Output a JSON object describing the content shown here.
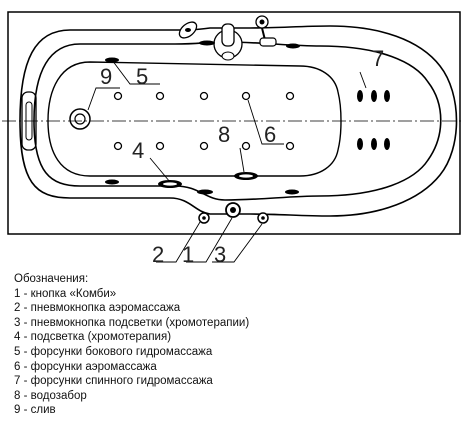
{
  "callouts": {
    "n1": "1",
    "n2": "2",
    "n3": "3",
    "n4": "4",
    "n5": "5",
    "n6": "6",
    "n7": "7",
    "n8": "8",
    "n9": "9"
  },
  "legend": {
    "title": "Обозначения:",
    "items": [
      "1 - кнопка «Комби»",
      "2 - пневмокнопка аэромассажа",
      "3 - пневмокнопка подсветки (хромотерапии)",
      "4 - подсветка (хромотерапия)",
      "5 - форсунки бокового гидромассажа",
      "6 - форсунки аэромассажа",
      "7 - форсунки спинного гидромассажа",
      "8 - водозабор",
      "9 - слив"
    ]
  }
}
